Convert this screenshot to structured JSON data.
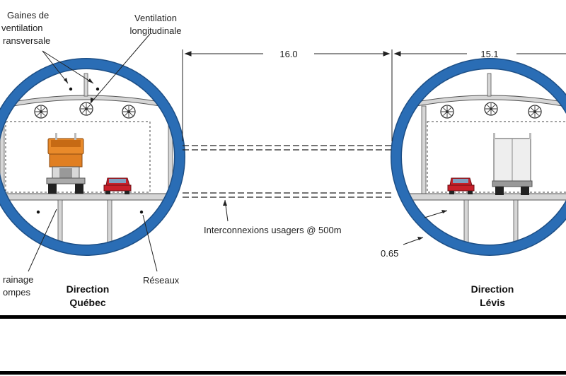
{
  "labels": {
    "gaines_line1": "Gaines de",
    "gaines_line2": "ventilation",
    "gaines_line3": "ransversale",
    "ventilation_line1": "Ventilation",
    "ventilation_line2": "longitudinale",
    "drainage_line1": "rainage",
    "drainage_line2": "ompes",
    "reseaux": "Réseaux",
    "interconnexions": "Interconnexions usagers @ 500m",
    "thickness": "0.65"
  },
  "dimensions": {
    "spacing": "16.0",
    "diameter": "15.1"
  },
  "directions": {
    "left_line1": "Direction",
    "left_line2": "Québec",
    "right_line1": "Direction",
    "right_line2": "Lévis"
  },
  "colors": {
    "ring": "#2a6db5",
    "ring_edge": "#1d4f86",
    "structure": "#dcdcdc",
    "truck_orange": "#e98a2a",
    "car_red": "#c8202a"
  },
  "icons": [
    "fan-icon",
    "truck-icon",
    "car-icon",
    "box-truck-icon"
  ]
}
